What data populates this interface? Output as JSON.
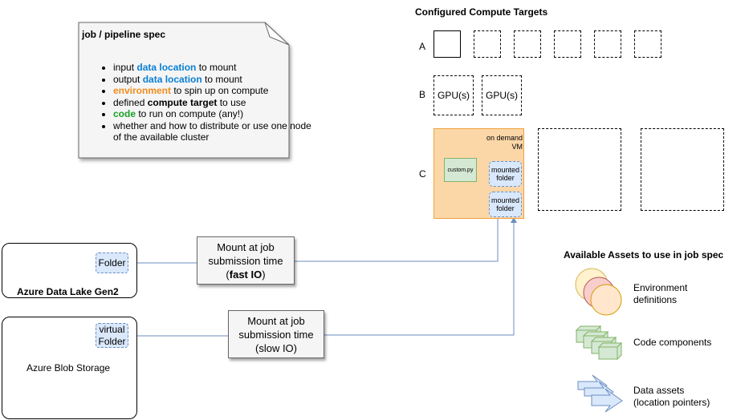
{
  "spec_note": {
    "title": "job / pipeline spec",
    "items": [
      {
        "pre": "input ",
        "hl": "data location",
        "post": " to mount",
        "hl_color": "blue"
      },
      {
        "pre": "output ",
        "hl": "data location",
        "post": " to mount",
        "hl_color": "blue"
      },
      {
        "pre": "",
        "hl": "environment",
        "post": " to spin up on compute",
        "hl_color": "orange"
      },
      {
        "pre": "defined ",
        "hl": "compute target",
        "post": " to use",
        "hl_color": "black"
      },
      {
        "pre": "",
        "hl": "code",
        "post": " to run on compute (any!)",
        "hl_color": "green"
      },
      {
        "pre": "whether and how to distribute or use one node of the available cluster",
        "hl": "",
        "post": "",
        "hl_color": "none"
      }
    ]
  },
  "compute": {
    "title": "Configured Compute Targets",
    "row_a": "A",
    "row_b": "B",
    "row_c": "C",
    "gpu_label": "GPU(s)",
    "vm_label": "on demand\nVM",
    "script_label": "custom.py",
    "mounted_label": "mounted\nfolder"
  },
  "storage": {
    "adls": {
      "name": "Azure Data Lake Gen2",
      "folder": "Folder"
    },
    "blob": {
      "name": "Azure Blob Storage",
      "folder": "virtual\nFolder"
    }
  },
  "mounts": {
    "fast": {
      "line1": "Mount at job",
      "line2": "submission time",
      "line3_pre": "(",
      "line3_bold": "fast IO",
      "line3_post": ")"
    },
    "slow": {
      "line1": "Mount at job",
      "line2": "submission time",
      "line3": "(slow IO)"
    }
  },
  "assets": {
    "title": "Available Assets to use in job spec",
    "environment": "Environment\ndefinitions",
    "code": "Code components",
    "data": "Data assets\n(location pointers)"
  },
  "colors": {
    "connector": "#6c8ebf",
    "vm_fill": "#fbd7a8",
    "folder_fill": "#dae8fc",
    "code_fill": "#d5e8d4",
    "env_yellow": "#fff2cc",
    "env_pink": "#f8cecc",
    "env_orange": "#ffe6cc"
  }
}
